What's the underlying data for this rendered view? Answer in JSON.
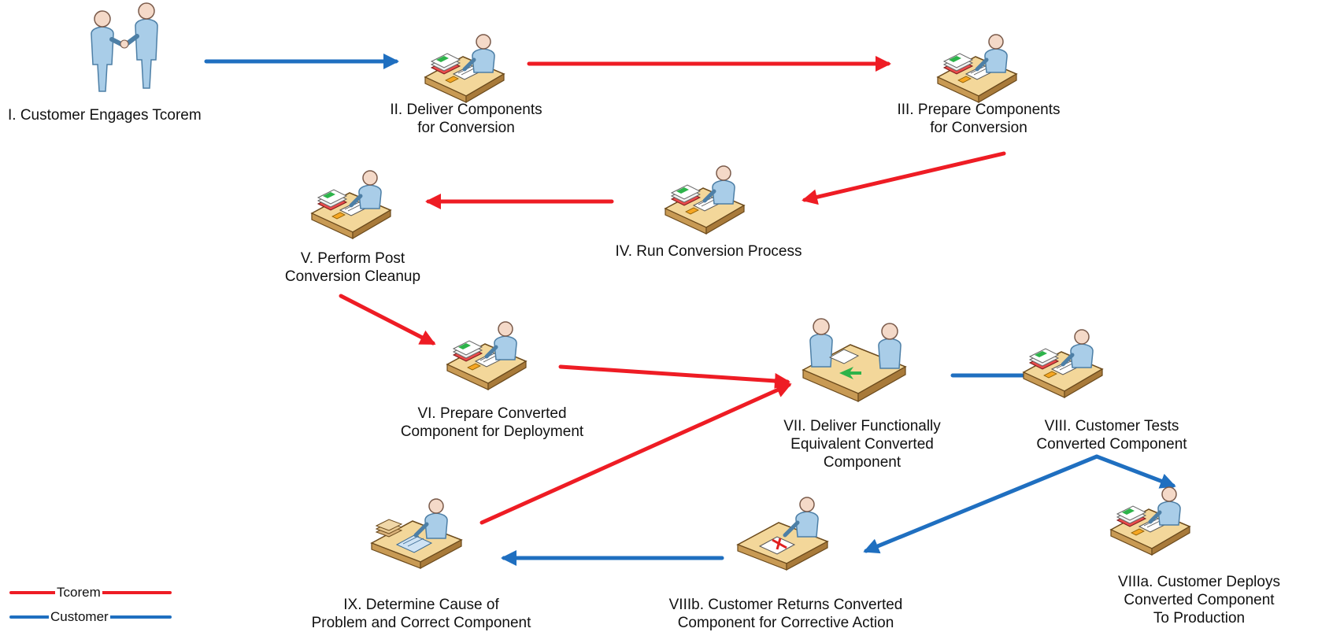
{
  "colors": {
    "tcorem": "#ee1c24",
    "customer": "#1f6fc0",
    "person_shirt": "#a9cde8",
    "person_head": "#f4d9c8",
    "desk_top": "#f3d79a",
    "desk_side": "#c89a54"
  },
  "legend": {
    "tcorem_label": "Tcorem",
    "customer_label": "Customer"
  },
  "steps": [
    {
      "id": "s1",
      "lines": [
        "I. Customer Engages Tcorem"
      ],
      "icon": "handshake-icon"
    },
    {
      "id": "s2",
      "lines": [
        "II. Deliver Components",
        "for Conversion"
      ],
      "icon": "desk-worker-icon"
    },
    {
      "id": "s3",
      "lines": [
        "III. Prepare Components",
        "for Conversion"
      ],
      "icon": "desk-worker-icon"
    },
    {
      "id": "s4",
      "lines": [
        "IV. Run Conversion Process"
      ],
      "icon": "desk-worker-icon"
    },
    {
      "id": "s5",
      "lines": [
        "V. Perform Post",
        "Conversion Cleanup"
      ],
      "icon": "desk-worker-icon"
    },
    {
      "id": "s6",
      "lines": [
        "VI. Prepare Converted",
        "Component for Deployment"
      ],
      "icon": "desk-worker-icon"
    },
    {
      "id": "s7",
      "lines": [
        "VII. Deliver Functionally",
        "Equivalent Converted",
        "Component"
      ],
      "icon": "handover-desk-icon"
    },
    {
      "id": "s8",
      "lines": [
        "VIII. Customer Tests",
        "Converted Component"
      ],
      "icon": "desk-worker-icon"
    },
    {
      "id": "s8a",
      "lines": [
        "VIIIa. Customer Deploys",
        "Converted Component",
        "To Production"
      ],
      "icon": "desk-worker-icon"
    },
    {
      "id": "s8b",
      "lines": [
        "VIIIb. Customer Returns Converted",
        "Component for Corrective Action"
      ],
      "icon": "rejected-document-icon"
    },
    {
      "id": "s9",
      "lines": [
        "IX. Determine Cause of",
        "Problem and Correct Component"
      ],
      "icon": "desk-papers-icon"
    }
  ],
  "flows": [
    {
      "from": "s1",
      "to": "s2",
      "actor": "customer"
    },
    {
      "from": "s2",
      "to": "s3",
      "actor": "tcorem"
    },
    {
      "from": "s3",
      "to": "s4",
      "actor": "tcorem"
    },
    {
      "from": "s4",
      "to": "s5",
      "actor": "tcorem"
    },
    {
      "from": "s5",
      "to": "s6",
      "actor": "tcorem"
    },
    {
      "from": "s6",
      "to": "s7",
      "actor": "tcorem"
    },
    {
      "from": "s7",
      "to": "s8",
      "actor": "customer"
    },
    {
      "from": "s8",
      "to": "s8a",
      "actor": "customer"
    },
    {
      "from": "s8",
      "to": "s8b",
      "actor": "customer"
    },
    {
      "from": "s8b",
      "to": "s9",
      "actor": "customer"
    },
    {
      "from": "s9",
      "to": "s7",
      "actor": "tcorem"
    }
  ]
}
